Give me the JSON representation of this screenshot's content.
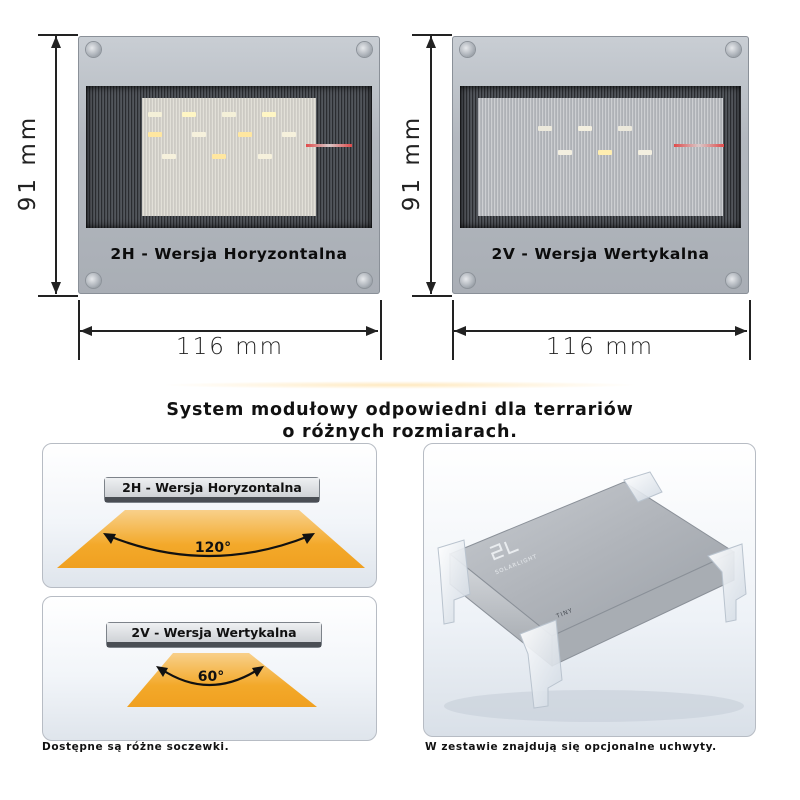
{
  "modules": [
    {
      "label": "2H - Wersja Horyzontalna",
      "height": "91 mm",
      "width": "116 mm"
    },
    {
      "label": "2V - Wersja Wertykalna",
      "height": "91 mm",
      "width": "116 mm"
    }
  ],
  "headline": {
    "line1": "System modułowy odpowiedni dla terrariów",
    "line2": "o różnych rozmiarach."
  },
  "beams": [
    {
      "label": "2H - Wersja Horyzontalna",
      "angle": "120°"
    },
    {
      "label": "2V - Wersja Wertykalna",
      "angle": "60°"
    }
  ],
  "photo": {
    "logo_text": "SOLARLIGHT",
    "model": "TINY"
  },
  "captions": {
    "lenses": "Dostępne są różne soczewki.",
    "brackets": "W zestawie znajdują się opcjonalne uchwyty."
  },
  "colors": {
    "beam_fill": "#f3a92a",
    "beam_fade": "#fbe3b3"
  }
}
